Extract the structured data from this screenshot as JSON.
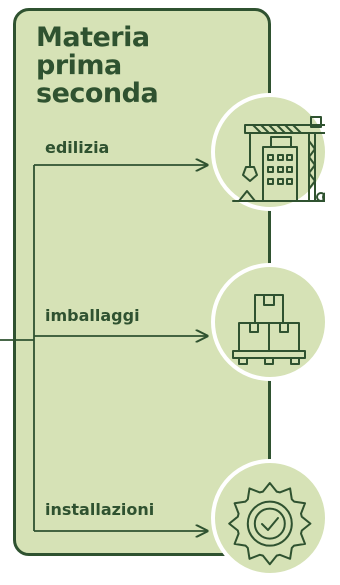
{
  "title": "Materia\nprima\nseconda",
  "branches": [
    {
      "label": "edilizia",
      "icon": "construction-crane-icon"
    },
    {
      "label": "imballaggi",
      "icon": "boxes-on-pallet-icon"
    },
    {
      "label": "installazioni",
      "icon": "gear-checkmark-icon"
    }
  ],
  "colors": {
    "panel_fill": "#d6e2b6",
    "dark_green": "#2f5230",
    "circle_border": "#ffffff"
  }
}
